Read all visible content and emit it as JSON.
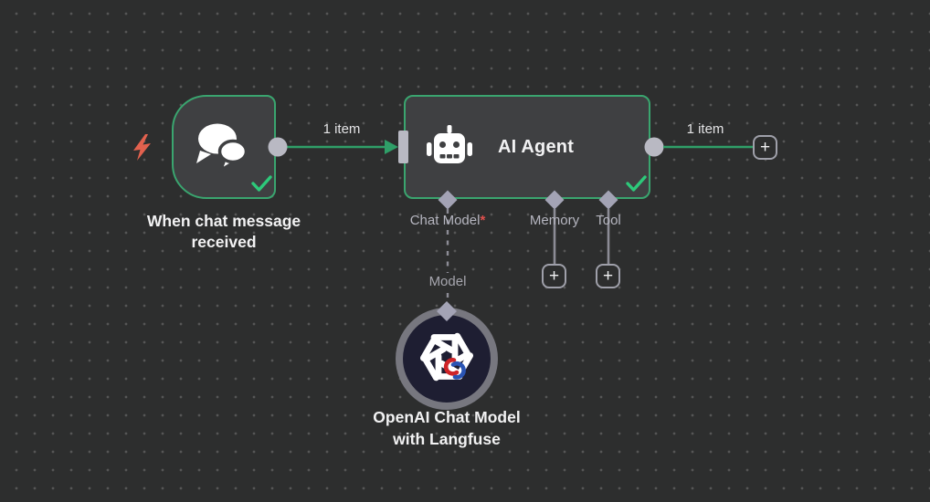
{
  "colors": {
    "canvas_bg": "#2d2e2e",
    "grid_dot": "#565656",
    "node_bg": "#3f4042",
    "node_border_success": "#3aa56f",
    "connection_green": "#2f9f68",
    "check_green": "#2dc97a",
    "endpoint_gray": "#b9b9c3",
    "port_line_gray": "#8c8c96",
    "diamond_gray": "#a3a3b5",
    "trigger_bolt_red": "#e2614e",
    "required_asterisk_red": "#e0504d",
    "model_circle_bg": "#1e1e32",
    "model_circle_border": "#77777f"
  },
  "nodes": {
    "chat_trigger": {
      "label": "When chat message received"
    },
    "ai_agent": {
      "title": "AI Agent",
      "ports": {
        "chat_model": {
          "label": "Chat Model",
          "required_mark": "*"
        },
        "memory": {
          "label": "Memory"
        },
        "tool": {
          "label": "Tool"
        }
      }
    },
    "openai_model": {
      "label": "OpenAI Chat Model with Langfuse",
      "input_label": "Model"
    }
  },
  "connections": {
    "trigger_to_agent_label": "1 item",
    "agent_output_label": "1 item"
  },
  "ui": {
    "add_button_glyph": "+"
  },
  "icons": {
    "trigger_pin": "lightning-bolt",
    "chat_trigger": "chat-bubbles",
    "ai_agent": "robot",
    "openai_model": "openai-logo",
    "openai_model_badge": "interlocked-links-red-blue",
    "status": "checkmark"
  }
}
